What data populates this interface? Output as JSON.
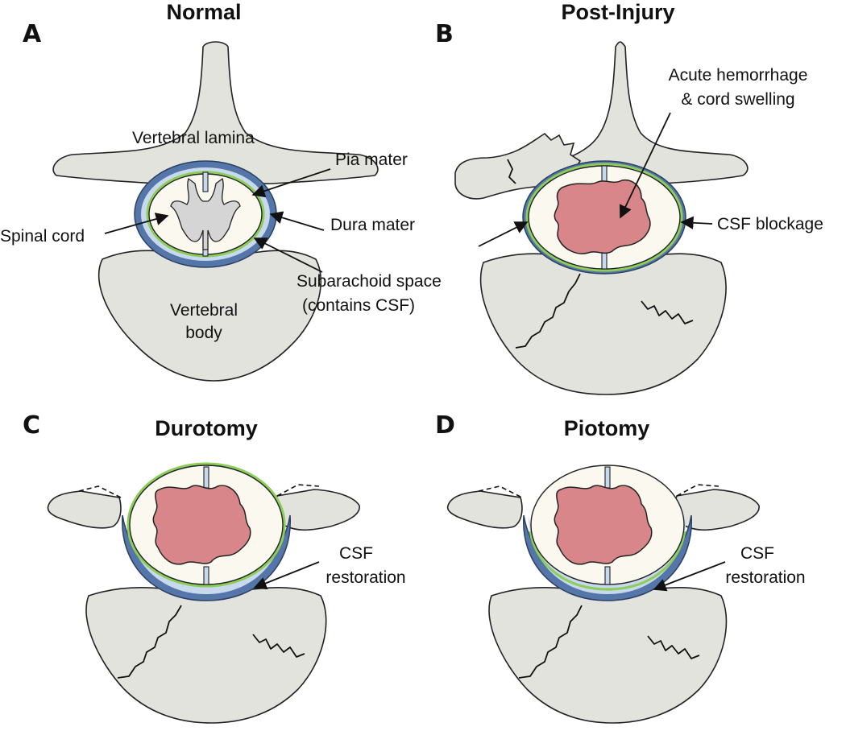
{
  "panels": {
    "a": {
      "letter": "A",
      "title": "Normal"
    },
    "b": {
      "letter": "B",
      "title": "Post-Injury"
    },
    "c": {
      "letter": "C",
      "title": "Durotomy"
    },
    "d": {
      "letter": "D",
      "title": "Piotomy"
    }
  },
  "labels": {
    "vertebral_lamina": "Vertebral lamina",
    "pia_mater": "Pia mater",
    "spinal_cord": "Spinal cord",
    "dura_mater": "Dura mater",
    "subarachnoid_line1": "Subarachoid space",
    "subarachnoid_line2": "(contains CSF)",
    "vertebral_body_line1": "Vertebral",
    "vertebral_body_line2": "body",
    "hemorrhage_line1": "Acute hemorrhage",
    "hemorrhage_line2": "& cord swelling",
    "csf_blockage": "CSF blockage",
    "csf_restoration_c_line1": "CSF",
    "csf_restoration_c_line2": "restoration",
    "csf_restoration_d_line1": "CSF",
    "csf_restoration_d_line2": "restoration"
  },
  "colors": {
    "bone": "#e3e3de",
    "dura": "#5576a8",
    "csf": "#c8d9ee",
    "pia": "#8dce5a",
    "white_matter": "#fbf8f0",
    "grey_matter": "#d5d5d5",
    "hemorrhage": "#d9868a"
  }
}
